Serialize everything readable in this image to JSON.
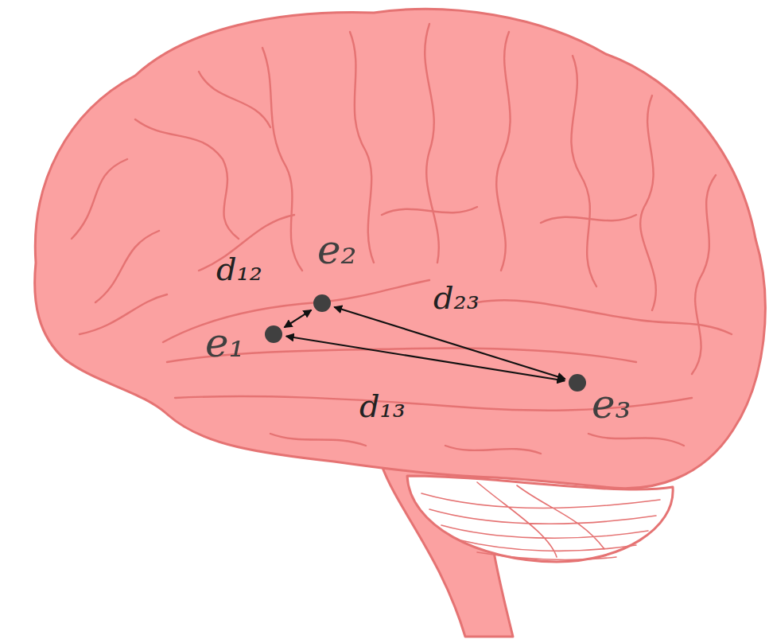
{
  "diagram": {
    "nodes": [
      {
        "text": [
          "e₁"
        ]
      },
      {
        "text": [
          "e₂"
        ]
      },
      {
        "text": [
          "e₃"
        ]
      }
    ],
    "edges": [
      {
        "from": 0,
        "to": 1,
        "arrow": "both",
        "label": "d₁₂"
      },
      {
        "from": 1,
        "to": 2,
        "arrow": "both",
        "label": "d₂₃"
      },
      {
        "from": 0,
        "to": 2,
        "arrow": "both",
        "label": "d₁₃"
      }
    ]
  }
}
